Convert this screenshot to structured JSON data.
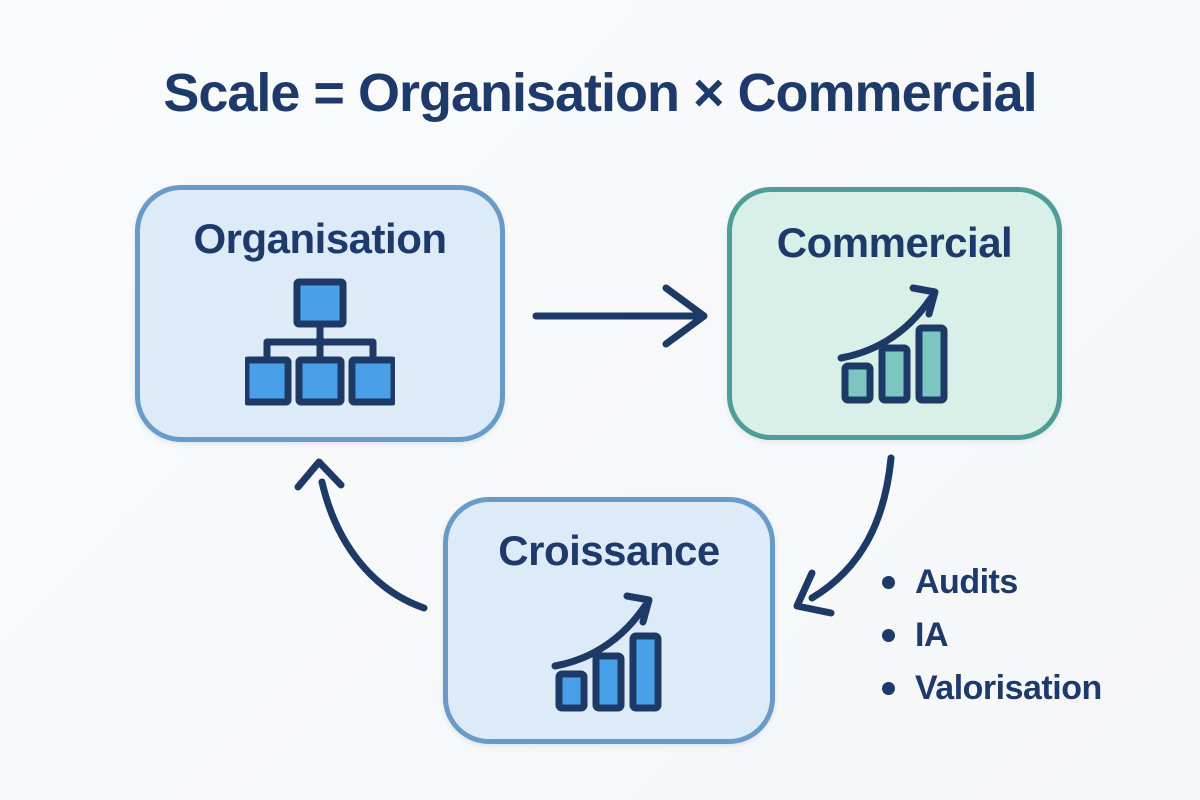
{
  "title": "Scale = Organisation × Commercial",
  "diagram": {
    "nodes": [
      {
        "label": "Organisation",
        "icon": "org-chart-icon",
        "theme": "blue"
      },
      {
        "label": "Commercial",
        "icon": "growth-chart-icon",
        "theme": "green"
      },
      {
        "label": "Croissance",
        "icon": "growth-chart-icon",
        "theme": "blue"
      }
    ],
    "arrows": [
      {
        "name": "organisation-to-commercial",
        "shape": "straight-right"
      },
      {
        "name": "commercial-to-croissance",
        "shape": "curved-down-left"
      },
      {
        "name": "croissance-to-organisation",
        "shape": "curved-up-left"
      }
    ],
    "bullets": {
      "items": [
        "Audits",
        "IA",
        "Valorisation"
      ]
    }
  },
  "colors": {
    "background": "#f7f8f9",
    "text_navy": "#1e3a6b",
    "stroke_navy": "#1d3a66",
    "blue_node_bg": "#ddeaf7",
    "blue_node_border": "#699bc8",
    "green_node_bg": "#d8f0e7",
    "green_node_border": "#4d9e96",
    "blue_icon_fill": "#4aa0e8",
    "teal_icon_fill": "#7cc6c2"
  }
}
